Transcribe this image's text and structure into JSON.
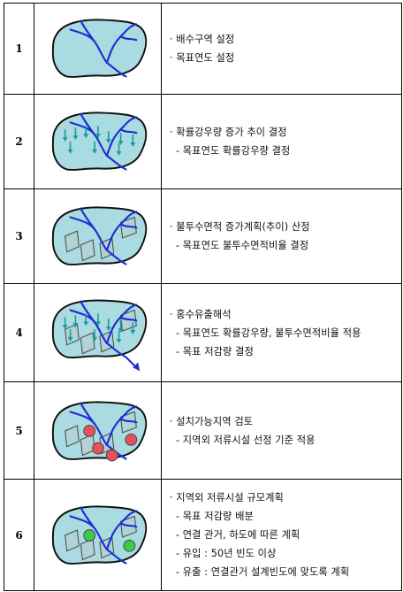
{
  "steps": [
    {
      "number": "1",
      "lines": [
        "· 배수구역 설정",
        "· 목표연도 설정"
      ],
      "figure": {
        "overlay": "basin-only"
      }
    },
    {
      "number": "2",
      "lines": [
        "· 확률강우량 증가 추이 결정",
        "- 목표연도 확률강우량 결정"
      ],
      "figure": {
        "overlay": "rainfall-arrows"
      }
    },
    {
      "number": "3",
      "lines": [
        "· 불투수면적 증가계획(추이) 산정",
        "- 목표연도 불투수면적비율 결정"
      ],
      "figure": {
        "overlay": "impervious-parcels"
      }
    },
    {
      "number": "4",
      "lines": [
        "· 홍수유출해석",
        "- 목표연도 확률강우량, 불투수면적비율 적용",
        "- 목표 저감량 결정"
      ],
      "figure": {
        "overlay": "runoff-analysis"
      }
    },
    {
      "number": "5",
      "lines": [
        "· 설치가능지역 검토",
        "- 지역외 저류시설 선정 기준 적용"
      ],
      "figure": {
        "overlay": "candidate-sites",
        "marker_color": "#e8505b"
      }
    },
    {
      "number": "6",
      "lines": [
        "· 지역외 저류시설 규모계획",
        "- 목표 저감량 배분",
        "- 연결 관거, 하도에 따른 계획",
        "- 유입 : 50년 빈도 이상",
        "- 유출 : 연결관거 설계빈도에 맞도록 계획"
      ],
      "figure": {
        "overlay": "selected-facilities",
        "marker_color": "#3dcc4a"
      }
    }
  ],
  "colors": {
    "basin_fill": "#a9dbe0",
    "basin_outline": "#111111",
    "river": "#1c2fd6",
    "rain_arrow": "#1a9aa3",
    "parcel_outline": "#444444"
  }
}
